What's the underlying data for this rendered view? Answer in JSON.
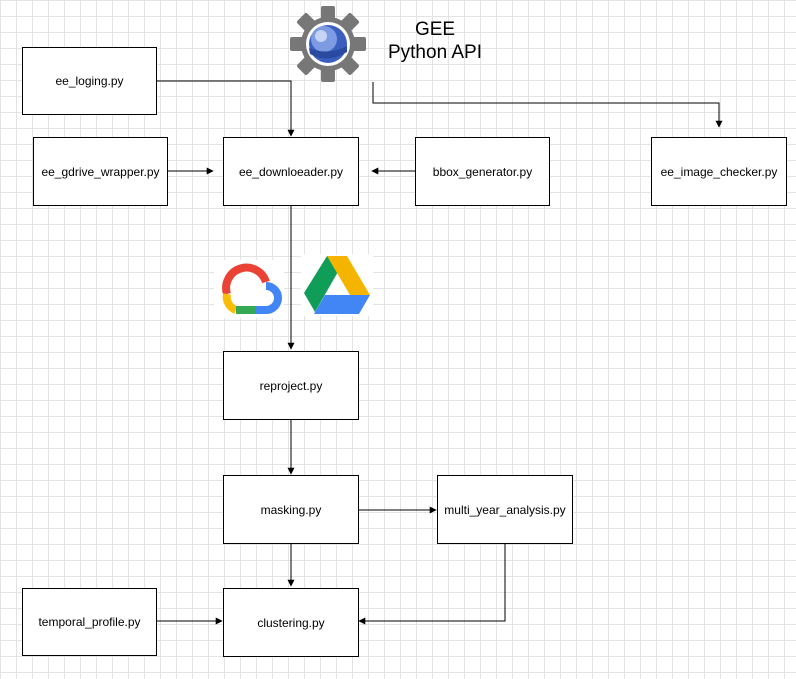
{
  "header": {
    "title_line1": "GEE",
    "title_line2": "Python API"
  },
  "nodes": {
    "ee_loging": "ee_loging.py",
    "ee_gdrive_wrapper": "ee_gdrive_wrapper.py",
    "ee_downloader": "ee_downloeader.py",
    "bbox_generator": "bbox_generator.py",
    "ee_image_checker": "ee_image_checker.py",
    "reproject": "reproject.py",
    "masking": "masking.py",
    "multi_year_analysis": "multi_year_analysis.py",
    "temporal_profile": "temporal_profile.py",
    "clustering": "clustering.py"
  },
  "icons": {
    "gee": "google-earth-engine-icon",
    "cloud": "google-cloud-icon",
    "drive": "google-drive-icon"
  },
  "colors": {
    "gear": "#777777",
    "cloud_red": "#EA4335",
    "cloud_yellow": "#FBBC05",
    "cloud_green": "#34A853",
    "cloud_blue": "#4285F4",
    "drive_blue": "#4285F4",
    "drive_green": "#0F9D58",
    "drive_yellow": "#F4B400"
  }
}
